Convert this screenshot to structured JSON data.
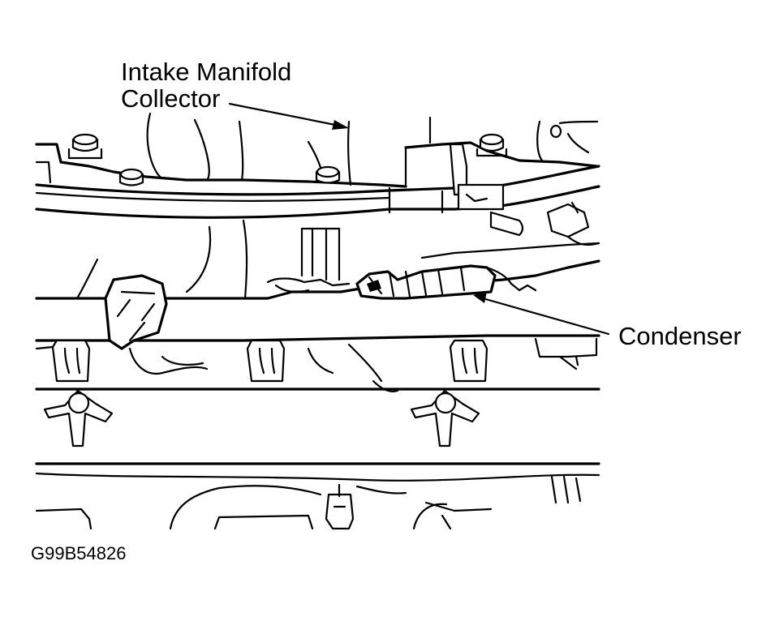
{
  "labels": {
    "intake_line1": "Intake Manifold",
    "intake_line2": "Collector",
    "condenser": "Condenser"
  },
  "figure_id": "G99B54826",
  "colors": {
    "ink": "#000000",
    "background": "#ffffff"
  }
}
